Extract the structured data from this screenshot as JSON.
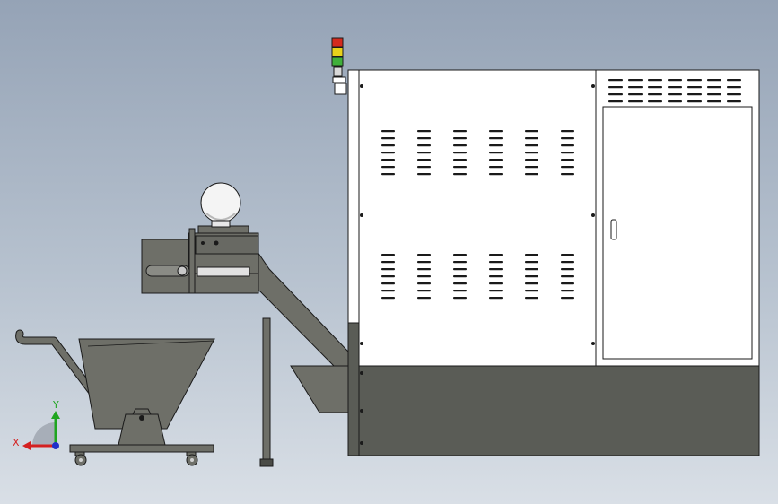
{
  "viewport": {
    "background_top": "#95a3b6",
    "background_bottom": "#d9dfe6"
  },
  "model": {
    "parts": [
      "machine-cabinet",
      "electrical-panel-door",
      "stack-light",
      "chip-conveyor",
      "chip-hopper-cart"
    ],
    "colors": {
      "panel": "#ffffff",
      "base": "#5a5c56",
      "conveyor": "#6e6f68",
      "outline": "#1a1a1a",
      "light_red": "#d42a1e",
      "light_yellow": "#e8d21a",
      "light_green": "#3fb03a"
    }
  },
  "triad": {
    "x_label": "X",
    "y_label": "Y",
    "x_color": "#d42020",
    "y_color": "#1fa51f",
    "z_color": "#2030c8"
  }
}
